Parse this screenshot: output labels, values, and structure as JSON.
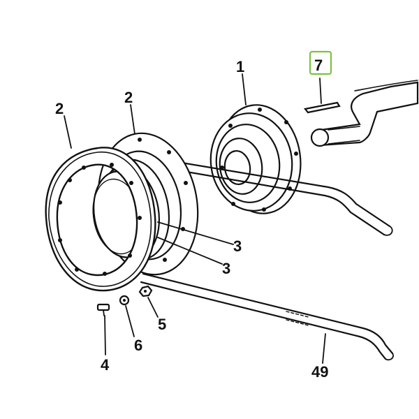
{
  "diagram": {
    "highlight_color": "#7dc241",
    "line_color": "#111111",
    "callouts": {
      "part_1": "1",
      "part_2a": "2",
      "part_2b": "2",
      "part_3a": "3",
      "part_3b": "3",
      "part_4": "4",
      "part_5": "5",
      "part_6": "6",
      "part_7": "7",
      "part_49": "49"
    }
  }
}
